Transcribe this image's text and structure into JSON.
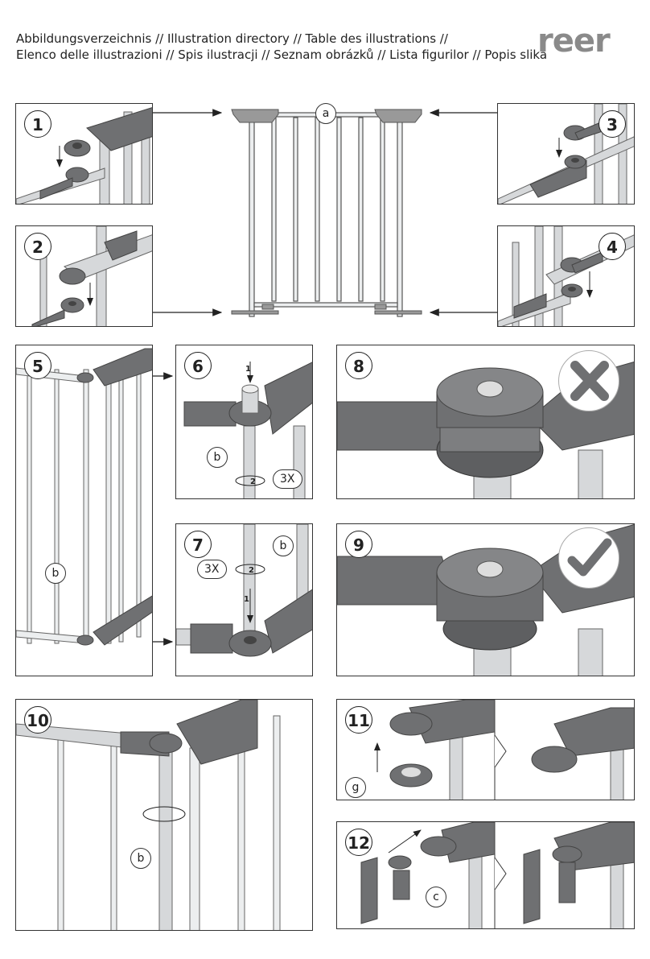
{
  "header": {
    "line1": "Abbildungsverzeichnis // Illustration directory // Table des illustrations //",
    "line2": "Elenco delle illustrazioni // Spis ilustracji // Seznam obrázků // Lista figurilor // Popis slika"
  },
  "brand": {
    "logo_text": "reer",
    "color": "#8a8a8a"
  },
  "labels": {
    "a": "a",
    "b": "b",
    "c": "c",
    "g": "g",
    "times3": "3X",
    "step1": "1",
    "step2": "2"
  },
  "steps": [
    "1",
    "2",
    "3",
    "4",
    "5",
    "6",
    "7",
    "8",
    "9",
    "10",
    "11",
    "12"
  ],
  "colors": {
    "rail": "#d4d6d8",
    "plastic": "#6f7072",
    "plastic_dark": "#4d4e50",
    "line": "#333333"
  },
  "icons": {
    "wrong": "cross-icon",
    "right": "check-icon"
  }
}
